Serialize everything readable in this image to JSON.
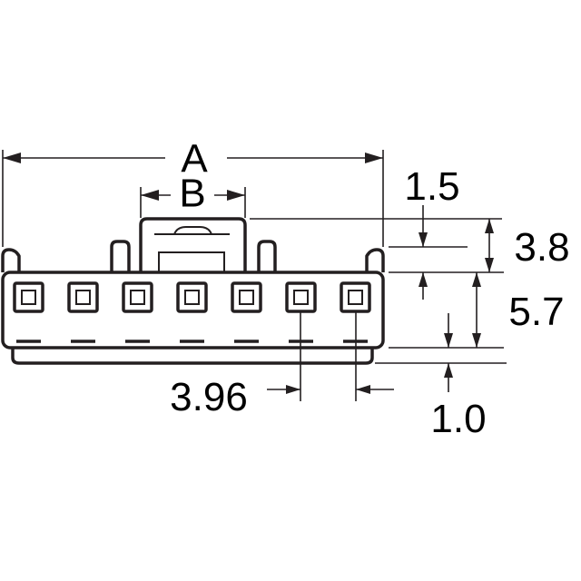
{
  "diagram": {
    "labels": {
      "A": "A",
      "B": "B",
      "d_1_5": "1.5",
      "d_3_8": "3.8",
      "d_5_7": "5.7",
      "d_3_96": "3.96",
      "d_1_0": "1.0"
    },
    "colors": {
      "line": "#231f20",
      "background": "#ffffff"
    },
    "pin_count": 7
  }
}
